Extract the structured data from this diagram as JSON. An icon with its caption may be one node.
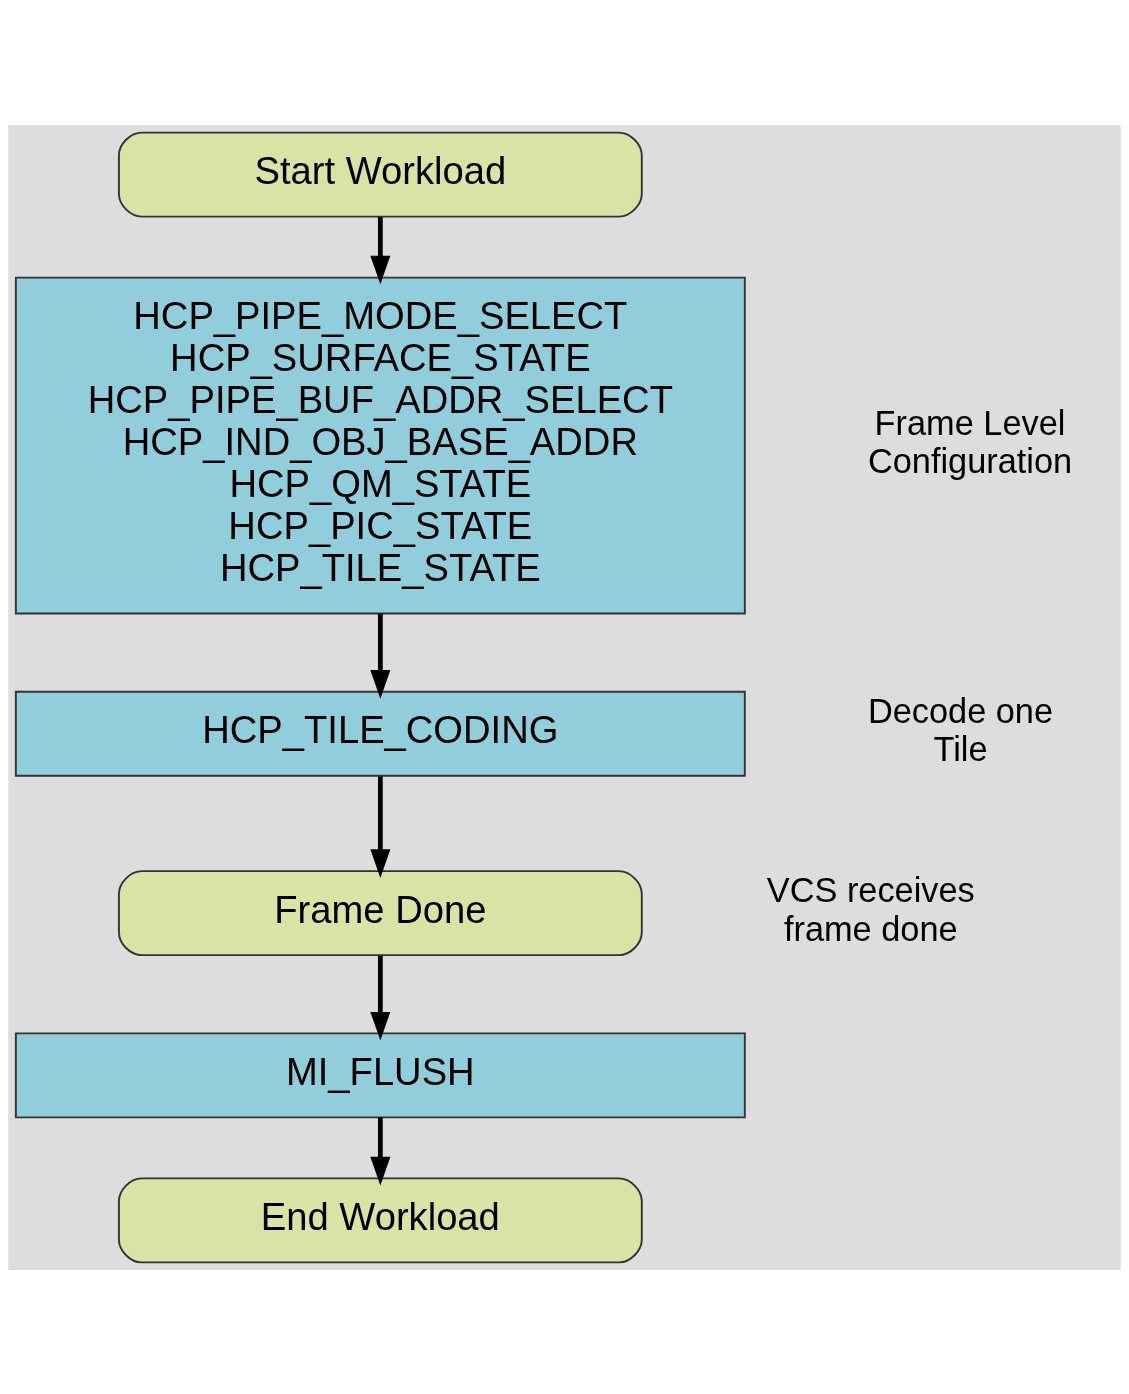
{
  "diagram": {
    "nodes": [
      {
        "text": [
          "Start Workload"
        ]
      },
      {
        "text": [
          "HCP_PIPE_MODE_SELECT",
          "HCP_SURFACE_STATE",
          "HCP_PIPE_BUF_ADDR_SELECT",
          "HCP_IND_OBJ_BASE_ADDR",
          "HCP_QM_STATE",
          "HCP_PIC_STATE",
          "HCP_TILE_STATE"
        ],
        "beside": [
          "Frame Level Configuration"
        ]
      },
      {
        "text": [
          "HCP_TILE_CODING"
        ],
        "beside": [
          "Decode one Tile"
        ]
      },
      {
        "text": [
          "Frame Done"
        ],
        "beside": [
          "VCS receives frame done"
        ]
      },
      {
        "text": [
          "MI_FLUSH"
        ]
      },
      {
        "text": [
          "End Workload"
        ]
      }
    ],
    "edges": [
      {
        "from": 0,
        "to": 1,
        "arrow": "to"
      },
      {
        "from": 1,
        "to": 2,
        "arrow": "to"
      },
      {
        "from": 2,
        "to": 3,
        "arrow": "to"
      },
      {
        "from": 3,
        "to": 4,
        "arrow": "to"
      },
      {
        "from": 4,
        "to": 5,
        "arrow": "to"
      }
    ]
  }
}
